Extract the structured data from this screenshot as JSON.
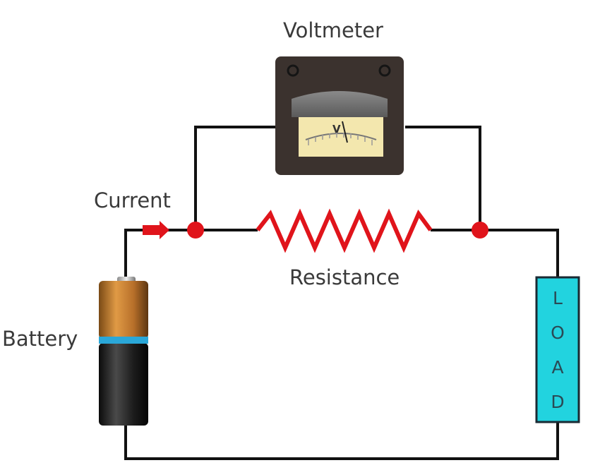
{
  "labels": {
    "voltmeter": "Voltmeter",
    "current": "Current",
    "resistance": "Resistance",
    "battery": "Battery",
    "meter_symbol": "V"
  },
  "load": {
    "letters": [
      "L",
      "O",
      "A",
      "D"
    ],
    "color": "#22d3df"
  },
  "colors": {
    "wire": "#111111",
    "resistor": "#e0141b",
    "junction": "#e0141b",
    "voltmeter_case": "#3b322e",
    "meter_face": "#f3e7ae"
  }
}
